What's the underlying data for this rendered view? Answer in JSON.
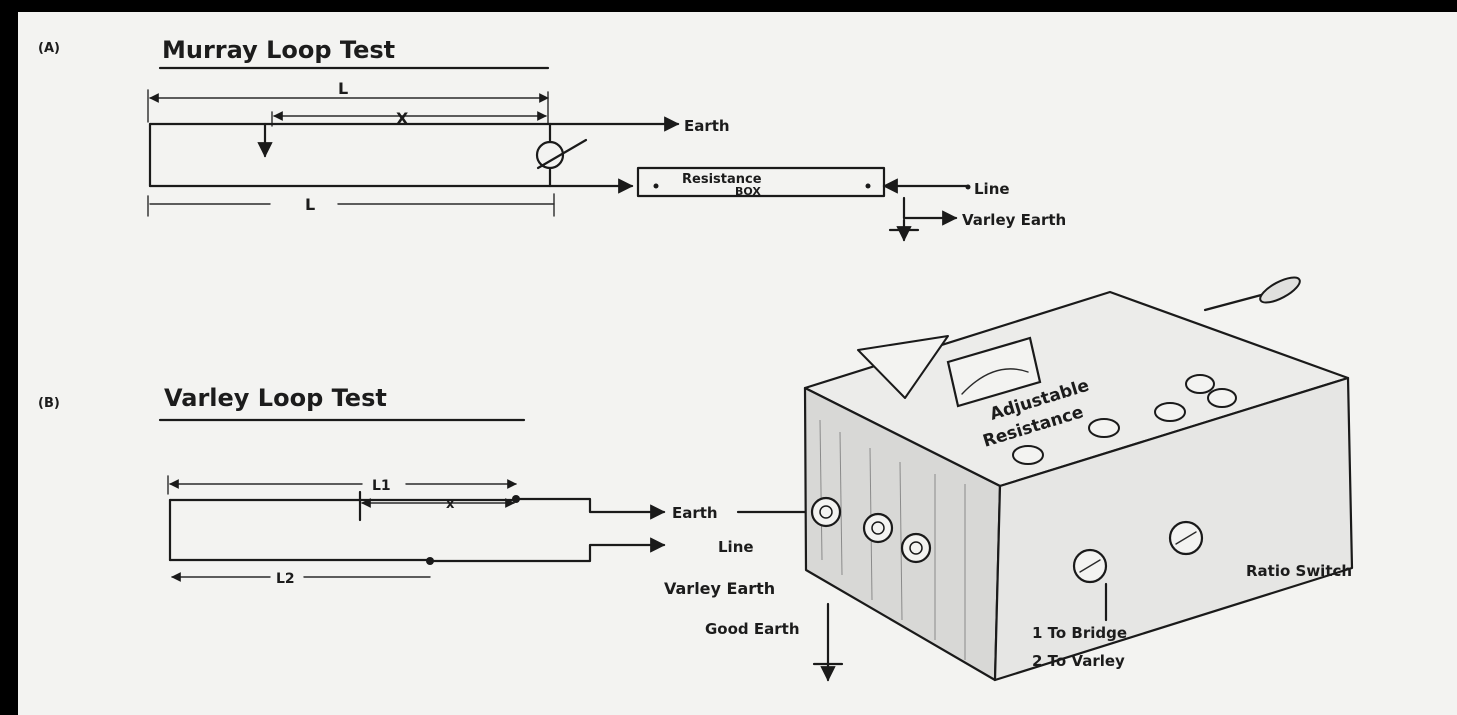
{
  "section_a": {
    "marker": "(A)",
    "title": "Murray Loop Test",
    "dim_L_top": "L",
    "dim_X": "X",
    "dim_L_bottom": "L",
    "earth_label": "Earth",
    "resistance_box_line1": "Resistance",
    "resistance_box_line2": "BOX",
    "line_label": "Line",
    "varley_earth_label": "Varley Earth"
  },
  "section_b": {
    "marker": "(B)",
    "title": "Varley Loop Test",
    "dim_L1": "L1",
    "dim_x": "x",
    "dim_L2": "L2",
    "earth_label": "Earth",
    "line_label": "Line",
    "varley_earth_label": "Varley Earth",
    "good_earth_label": "Good Earth"
  },
  "device": {
    "top_label_line1": "Adjustable",
    "top_label_line2": "Resistance",
    "ratio_switch_label": "Ratio Switch",
    "switch_pos_1": "1  To Bridge",
    "switch_pos_2": "2  To Varley"
  }
}
